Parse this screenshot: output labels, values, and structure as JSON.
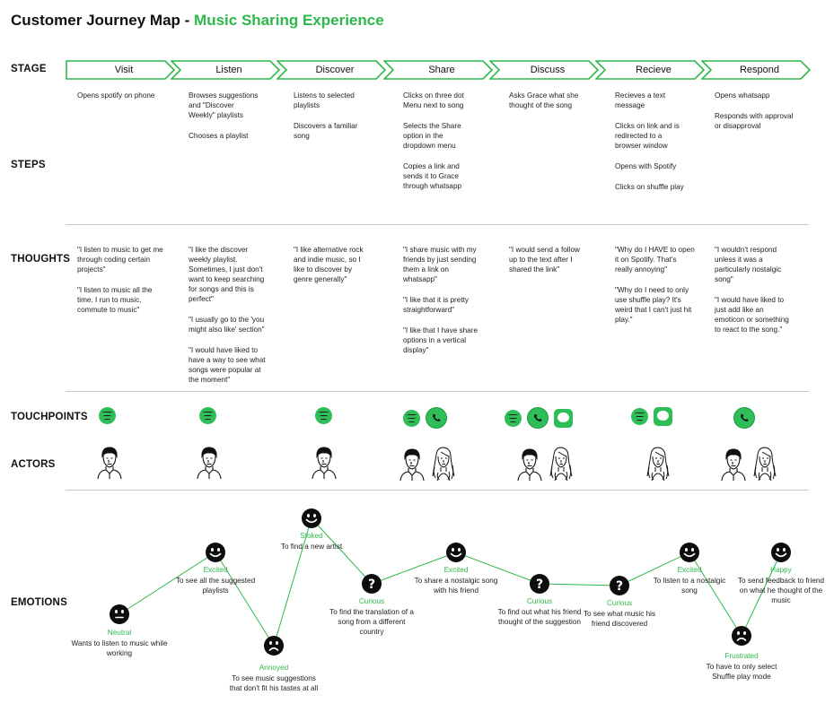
{
  "title": {
    "prefix": "Customer Journey Map - ",
    "accent": "Music Sharing Experience"
  },
  "row_labels": {
    "stage": "STAGE",
    "steps": "STEPS",
    "thoughts": "THOUGHTS",
    "touchpoints": "TOUCHPOINTS",
    "actors": "ACTORS",
    "emotions": "EMOTIONS"
  },
  "colors": {
    "accent": "#2eb84b",
    "spotify": "#2fbd57",
    "divider": "#c9c9c9"
  },
  "stages": [
    "Visit",
    "Listen",
    "Discover",
    "Share",
    "Discuss",
    "Recieve",
    "Respond"
  ],
  "steps": [
    [
      "Opens spotify on phone"
    ],
    [
      "Browses suggestions and \"Discover Weekly\" playlists",
      "Chooses a playlist"
    ],
    [
      "Listens to selected playlists",
      "Discovers a familiar song"
    ],
    [
      "Clicks on three dot Menu next to song",
      "Selects the Share option in the dropdown menu",
      "Copies a link and sends it to Grace through whatsapp"
    ],
    [
      "Asks Grace what she thought of the song"
    ],
    [
      "Recieves a text message",
      "Clicks on link and is redirected to a browser window",
      "Opens with Spotify",
      "Clicks on shuffle play"
    ],
    [
      "Opens whatsapp",
      "Responds with approval or disapproval"
    ]
  ],
  "thoughts": [
    [
      "\"I  listen to music to get me through coding certain projects\"",
      "\"I  listen to music all the time. I run to music, commute to music\""
    ],
    [
      "\"I like the discover weekly playlist. Sometimes, I just don't want to keep searching for songs and this is perfect\"",
      "\"I usually go to the 'you might also like' section\"",
      "\"I would have liked to have a way to see what songs were popular at the moment\""
    ],
    [
      "\"I like alternative rock and indie music, so I like to discover by genre generally\""
    ],
    [
      "\"I share music with my friends by just sending them a link on whatsapp\"",
      "\"I like that it is pretty straightforward\"",
      "\"I like that I have share options in a vertical display\""
    ],
    [
      "\"I would send a follow up to the text after I shared the link\""
    ],
    [
      "\"Why do I HAVE to open it on Spotify. That's really annoying\"",
      "\"Why do I need to only use shuffle play? It's weird that I can't just hit play.\""
    ],
    [
      "\"I wouldn't respond unless it was a particularly nostalgic song\"",
      "\"I would have liked to just add like an emoticon or something to react to the song.\""
    ]
  ],
  "touchpoints": [
    [
      "spotify-icon"
    ],
    [
      "spotify-icon"
    ],
    [
      "spotify-icon"
    ],
    [
      "spotify-icon",
      "whatsapp-icon"
    ],
    [
      "spotify-icon",
      "whatsapp-icon",
      "imessage-icon"
    ],
    [
      "spotify-icon",
      "imessage-icon"
    ],
    [
      "whatsapp-icon"
    ]
  ],
  "actors": [
    [
      "man"
    ],
    [
      "man"
    ],
    [
      "man"
    ],
    [
      "man",
      "woman"
    ],
    [
      "man",
      "woman"
    ],
    [
      "woman"
    ],
    [
      "man",
      "woman"
    ]
  ],
  "emotions": [
    {
      "face": "neutral",
      "label": "Neutral",
      "desc": "Wants to listen to music while working"
    },
    {
      "face": "happy",
      "label": "Excited",
      "desc": "To see all the suggested playlists"
    },
    {
      "face": "sad",
      "label": "Annoyed",
      "desc": "To see music suggestions that don't fit his tastes at all"
    },
    {
      "face": "happy",
      "label": "Stoked",
      "desc": "To find a new artist"
    },
    {
      "face": "question",
      "label": "Curious",
      "desc": "To find the translation of a song from a different country"
    },
    {
      "face": "happy",
      "label": "Excited",
      "desc": "To share a nostalgic song with his friend"
    },
    {
      "face": "question",
      "label": "Curious",
      "desc": "To find out what his friend thought of the suggestion"
    },
    {
      "face": "question",
      "label": "Curious",
      "desc": "To see what music his friend discovered"
    },
    {
      "face": "happy",
      "label": "Excited",
      "desc": "To listen to a nostalgic song"
    },
    {
      "face": "sad",
      "label": "Frustrated",
      "desc": "To have to only select Shuffle play mode"
    },
    {
      "face": "happy",
      "label": "Happy",
      "desc": "To send feedback to friend on what he thought of the music"
    }
  ]
}
